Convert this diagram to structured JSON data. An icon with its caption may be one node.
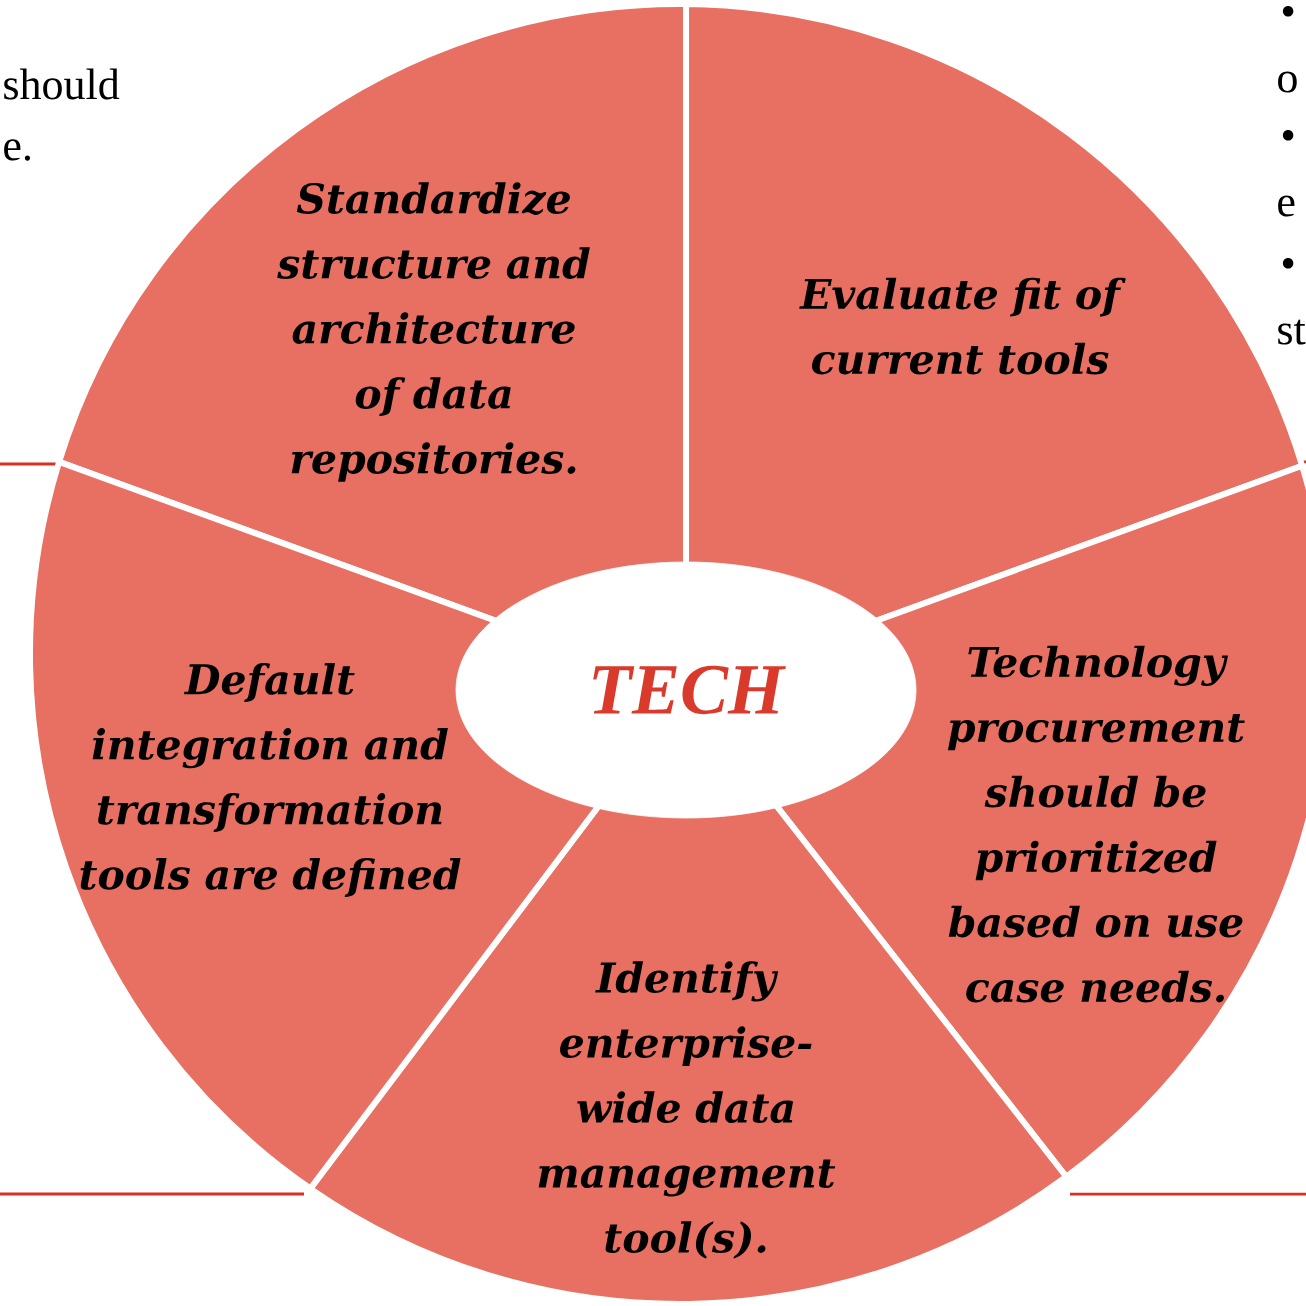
{
  "diagram": {
    "nodes": [
      {
        "text": [
          "Standardize structure and architecture of data repositories."
        ]
      },
      {
        "text": [
          "Evaluate fit of current tools"
        ]
      },
      {
        "text": [
          "Technology procurement should be prioritized based on use case needs."
        ]
      },
      {
        "text": [
          "Identify enterprise-wide data management tool(s)."
        ]
      },
      {
        "text": [
          "Default integration and transformation tools are defined"
        ]
      },
      {
        "text": [
          "TECH"
        ]
      }
    ],
    "labels": [
      "should",
      "e.",
      "•",
      "o",
      "•",
      "e",
      "•",
      "st"
    ]
  }
}
